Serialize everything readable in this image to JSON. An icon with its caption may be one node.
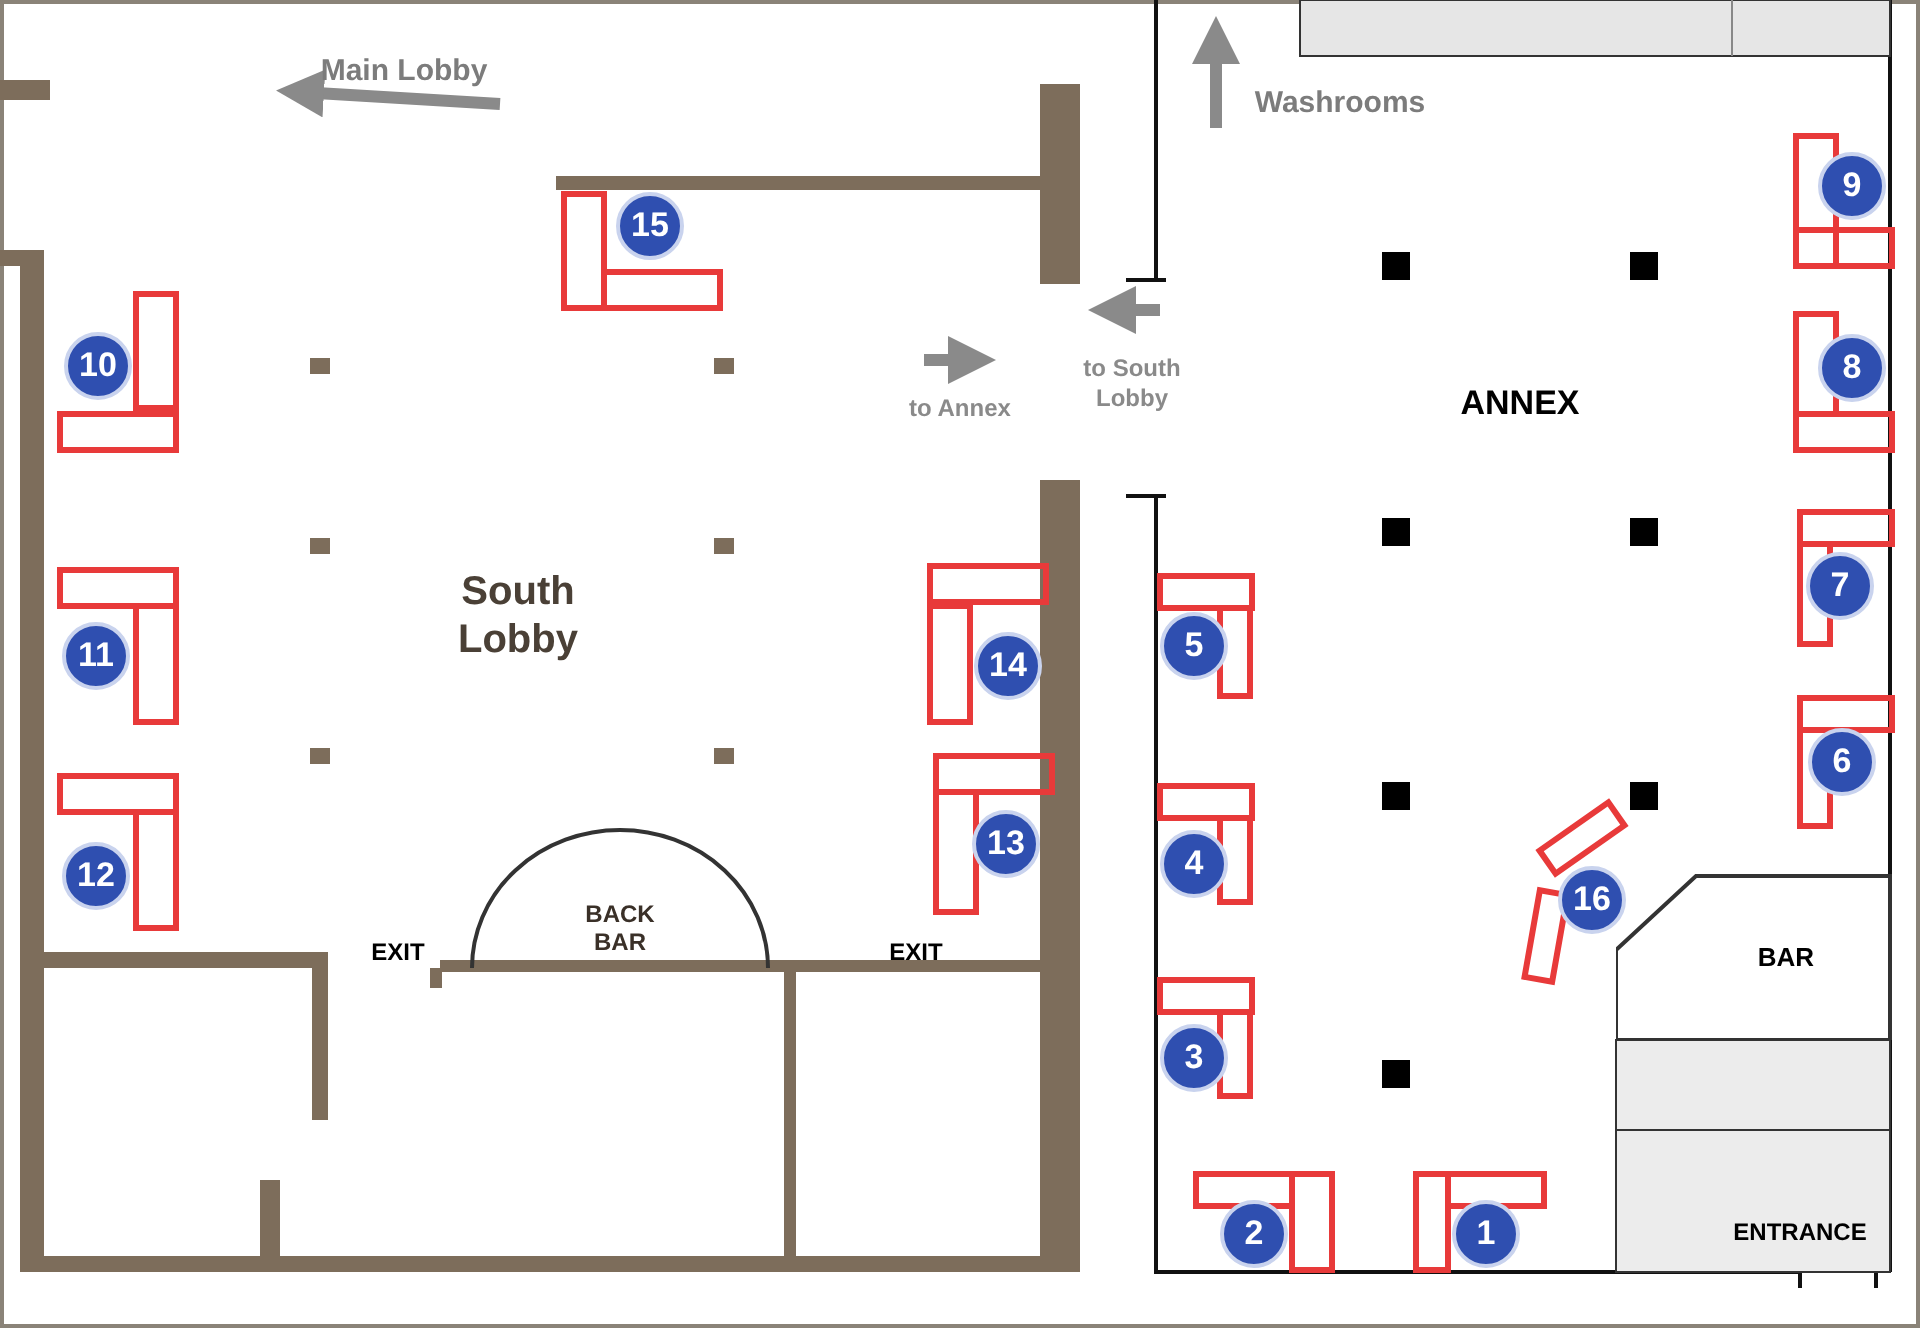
{
  "diagram": {
    "nodes": [
      {
        "text": [
          "BACK BAR"
        ]
      },
      {
        "text": [
          "BAR"
        ]
      }
    ],
    "edges": [],
    "labels": [
      "Main Lobby",
      "Washrooms",
      "9",
      "15",
      "10",
      "to Annex",
      "to South Lobby",
      "ANNEX",
      "8",
      "South Lobby",
      "5",
      "14",
      "11",
      "7",
      "6",
      "4",
      "13",
      "12",
      "EXIT",
      "EXIT",
      "16",
      "3",
      "2",
      "1",
      "ENTRANCE"
    ]
  }
}
